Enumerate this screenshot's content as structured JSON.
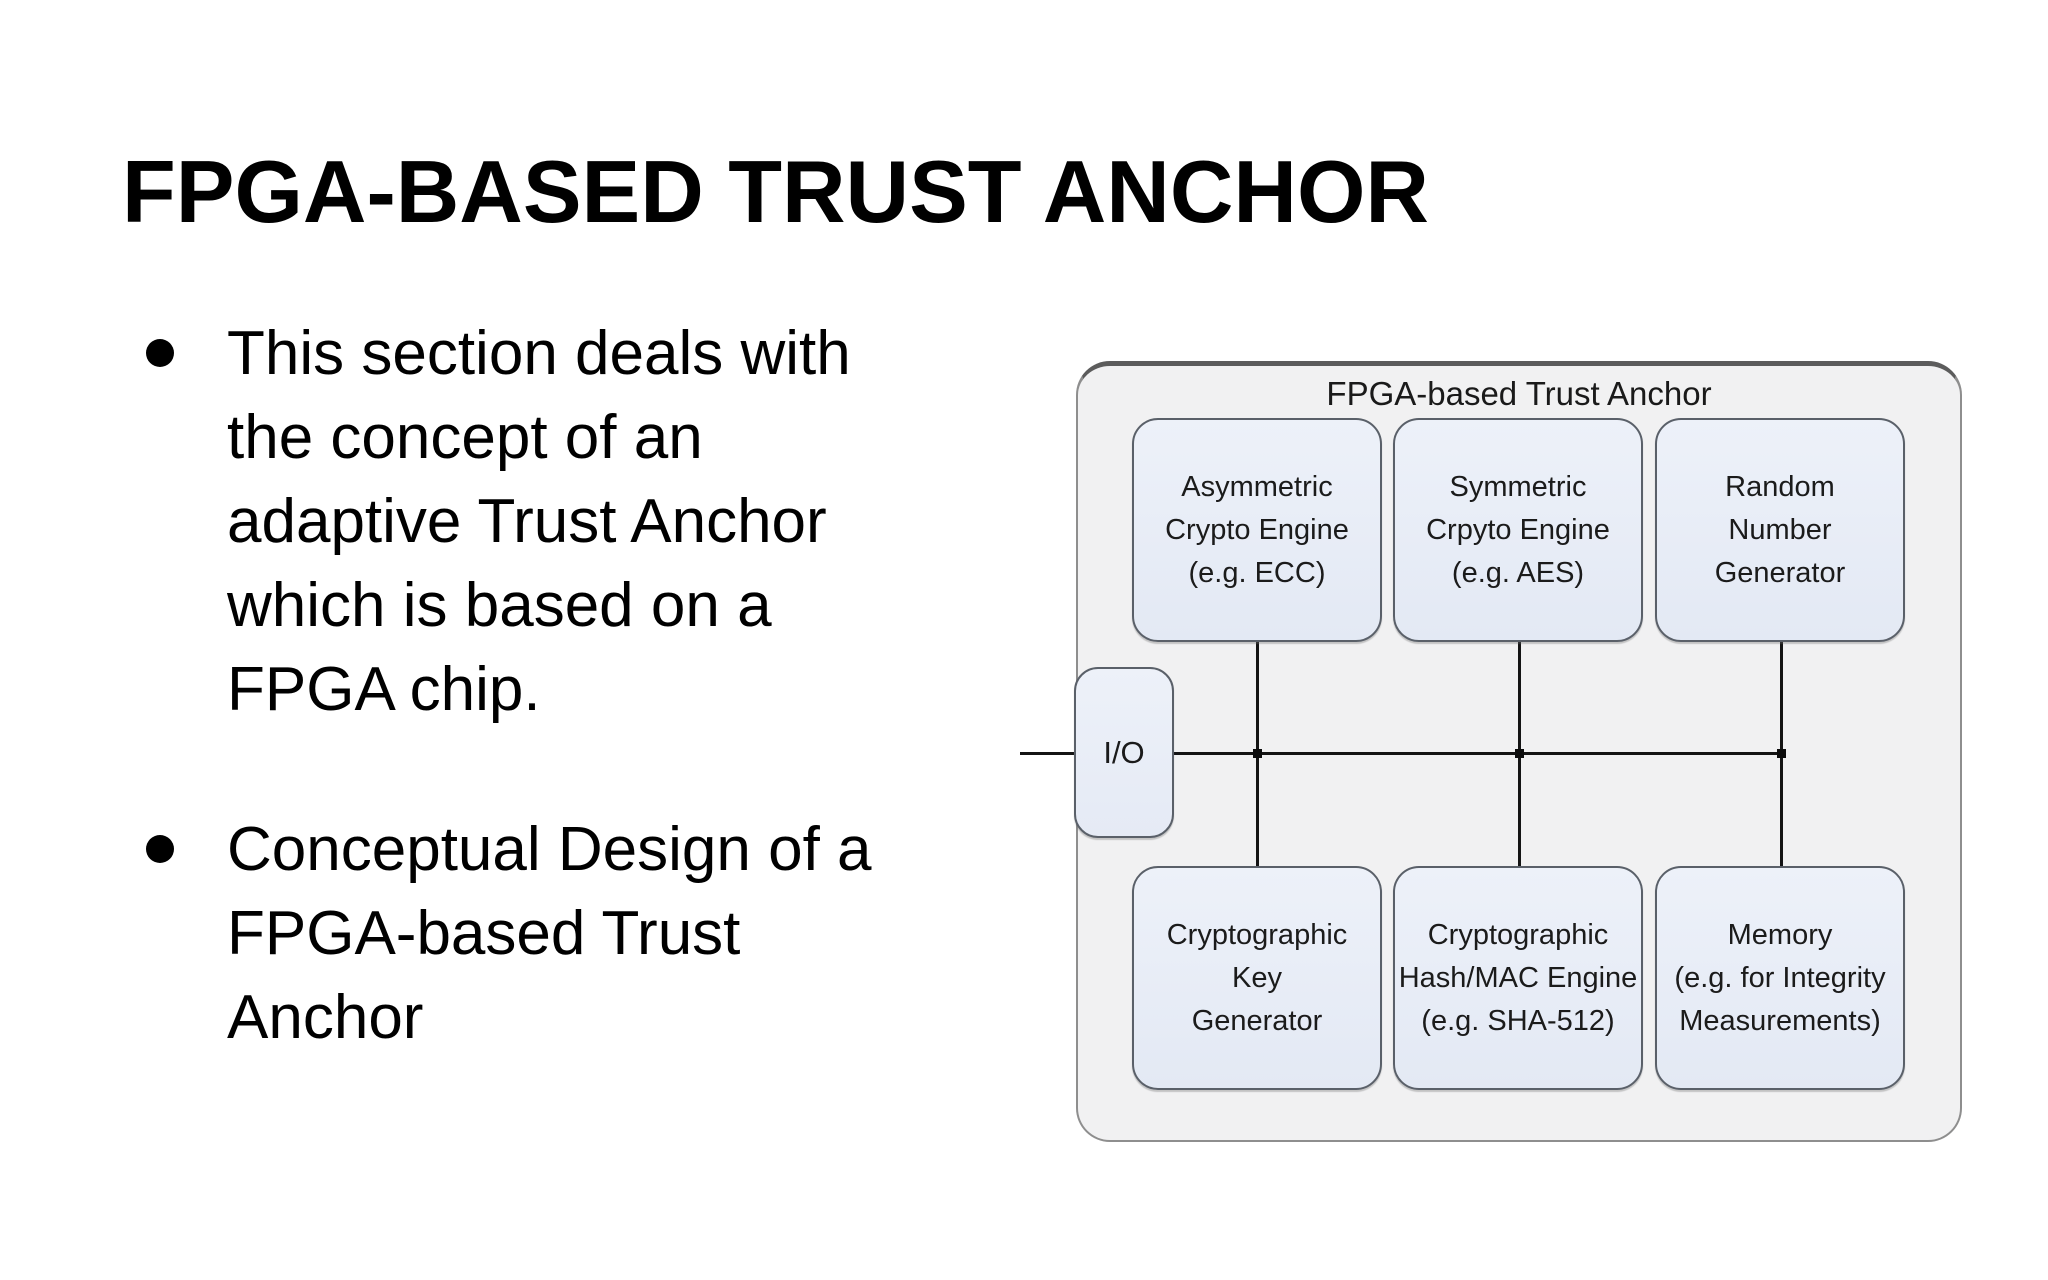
{
  "slide": {
    "title": "FPGA-BASED TRUST ANCHOR",
    "bullets": [
      {
        "lines": [
          "This section deals with",
          "the concept of an",
          "adaptive Trust Anchor",
          "which is based on a",
          "FPGA chip."
        ]
      },
      {
        "lines": [
          "Conceptual Design of a",
          "FPGA-based Trust",
          "Anchor"
        ]
      }
    ]
  },
  "diagram": {
    "title": "FPGA-based Trust Anchor",
    "io_label": "I/O",
    "top_row": [
      {
        "lines": [
          "Asymmetric",
          "Crypto Engine",
          "(e.g. ECC)"
        ]
      },
      {
        "lines": [
          "Symmetric",
          "Crpyto Engine",
          "(e.g. AES)"
        ]
      },
      {
        "lines": [
          "Random",
          "Number",
          "Generator"
        ]
      }
    ],
    "bottom_row": [
      {
        "lines": [
          "Cryptographic",
          "Key",
          "Generator"
        ]
      },
      {
        "lines": [
          "Cryptographic",
          "Hash/MAC Engine",
          "(e.g. SHA-512)"
        ]
      },
      {
        "lines": [
          "Memory",
          "(e.g. for Integrity",
          "Measurements)"
        ]
      }
    ],
    "colors": {
      "slide_background": "#ffffff",
      "text": "#000000",
      "container_fill": "#f1f1f2",
      "container_border": "#8e8e8e",
      "container_border_top": "#5c5c5c",
      "box_fill": "#e9eef7",
      "box_border": "#5a6069",
      "connector_line": "#141414"
    }
  }
}
